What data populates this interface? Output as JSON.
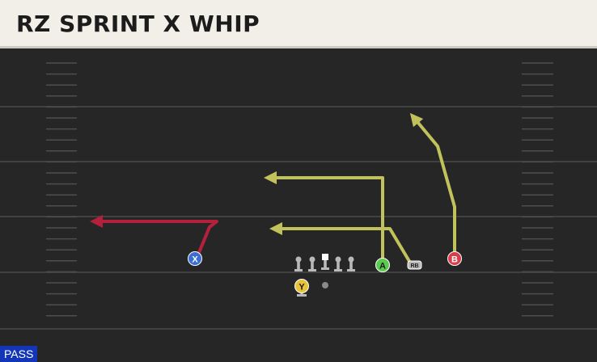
{
  "header": {
    "title": "RZ SPRINT X WHIP"
  },
  "badge": {
    "label": "PASS"
  },
  "colors": {
    "field": "#262626",
    "yard_line": "#4a4a4a",
    "hash": "#4e4e4e",
    "route_yellow": "#c2c25c",
    "route_red": "#b5213c",
    "x_blue": "#3a6fd1",
    "a_green": "#5bcb4f",
    "b_red": "#d93d4c",
    "y_yellow": "#e6c33a",
    "lineman": "#b9b9b9",
    "badge_blue": "#1336b8"
  },
  "players": [
    {
      "label": "X",
      "color": "x_blue"
    },
    {
      "label": "A",
      "color": "a_green"
    },
    {
      "label": "B",
      "color": "b_red"
    },
    {
      "label": "Y",
      "color": "y_yellow"
    },
    {
      "label": "RB",
      "color": "lineman"
    }
  ]
}
